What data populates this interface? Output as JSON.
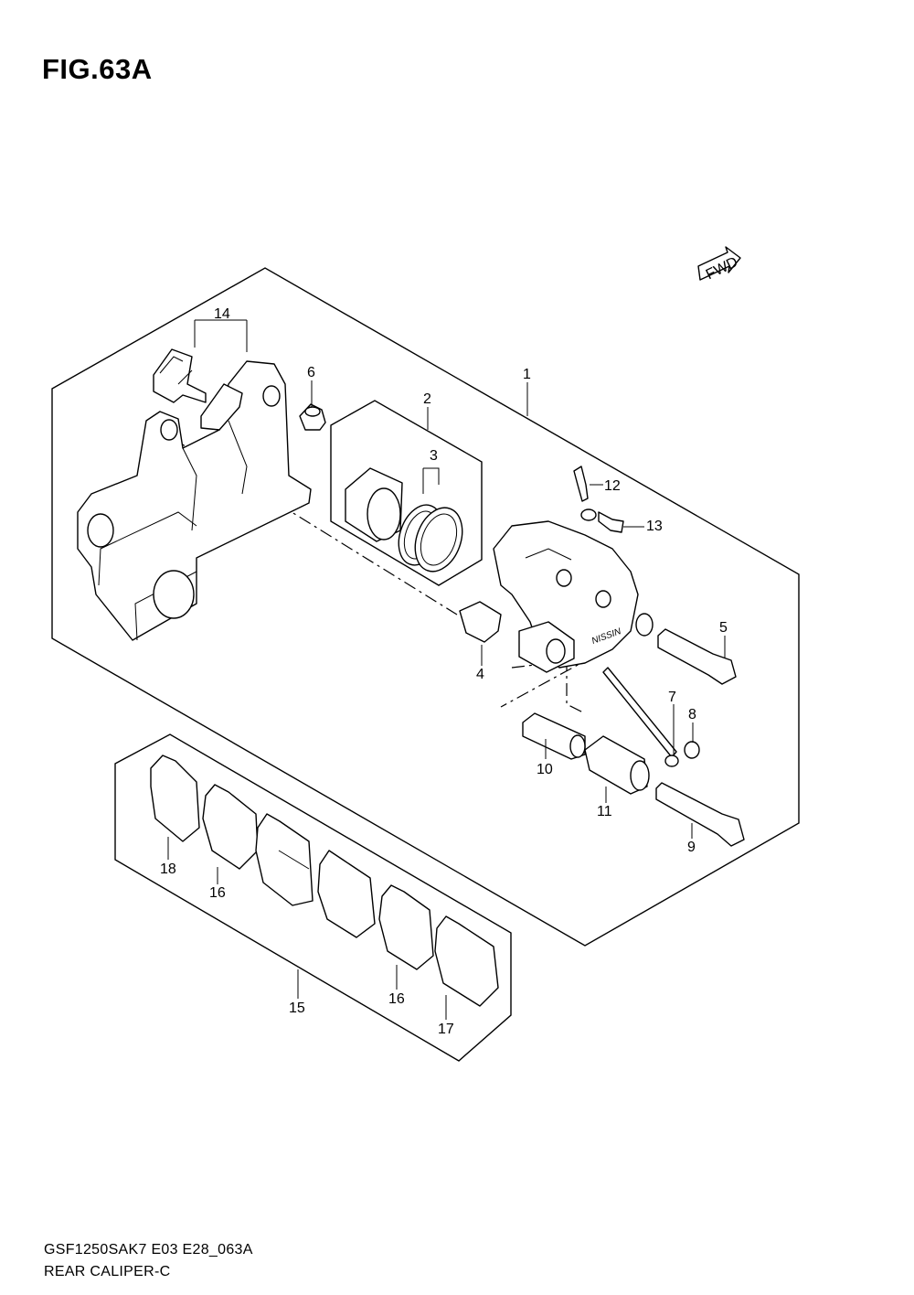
{
  "figure": {
    "title": "FIG.63A",
    "model_code": "GSF1250SAK7 E03 E28_063A",
    "subtitle": "REAR CALIPER-C",
    "fwd_label": "FWD"
  },
  "callouts": [
    {
      "id": "14",
      "text": "14"
    },
    {
      "id": "6",
      "text": "6"
    },
    {
      "id": "1",
      "text": "1"
    },
    {
      "id": "2",
      "text": "2"
    },
    {
      "id": "3",
      "text": "3"
    },
    {
      "id": "12",
      "text": "12"
    },
    {
      "id": "13",
      "text": "13"
    },
    {
      "id": "5",
      "text": "5"
    },
    {
      "id": "4",
      "text": "4"
    },
    {
      "id": "7",
      "text": "7"
    },
    {
      "id": "8",
      "text": "8"
    },
    {
      "id": "10",
      "text": "10"
    },
    {
      "id": "11",
      "text": "11"
    },
    {
      "id": "9",
      "text": "9"
    },
    {
      "id": "18",
      "text": "18"
    },
    {
      "id": "16a",
      "text": "16"
    },
    {
      "id": "15",
      "text": "15"
    },
    {
      "id": "16b",
      "text": "16"
    },
    {
      "id": "17",
      "text": "17"
    }
  ]
}
